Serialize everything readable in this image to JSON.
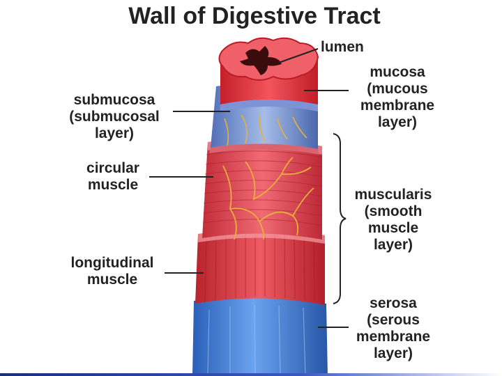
{
  "title": "Wall of Digestive Tract",
  "labels": {
    "lumen": [
      "lumen"
    ],
    "mucosa": [
      "mucosa",
      "(mucous",
      "membrane",
      "layer)"
    ],
    "submucosa": [
      "submucosa",
      "(submucosal",
      "layer)"
    ],
    "circular": [
      "circular",
      "muscle"
    ],
    "muscularis": [
      "muscularis",
      "(smooth",
      "muscle",
      "layer)"
    ],
    "longitudinal": [
      "longitudinal",
      "muscle"
    ],
    "serosa": [
      "serosa",
      "(serous",
      "membrane",
      "layer)"
    ]
  },
  "colors": {
    "serosa_blue": "#3f7fd6",
    "longitudinal_red": "#d9363c",
    "circular_red": "#e34a55",
    "submucosa_blue": "#6f8fd0",
    "mucosa_red": "#e6323d",
    "nerve_yellow": "#e8b03a",
    "lumen_dark": "#3a0c0c"
  }
}
